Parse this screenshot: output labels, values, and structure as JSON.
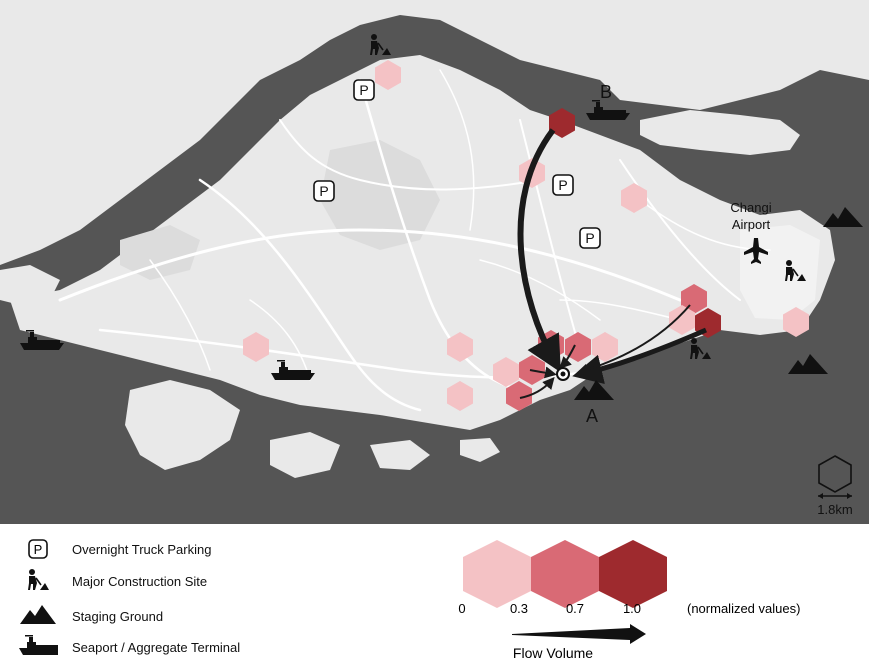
{
  "map": {
    "labels": {
      "changi_line1": "Changi",
      "changi_line2": "Airport",
      "point_a": "A",
      "point_b": "B",
      "scale": "1.8km"
    },
    "colors": {
      "land": "#e9e9e9",
      "water": "#555555",
      "road": "#ffffff",
      "park": "#dcdcdc",
      "flow_low": "#f4c2c5",
      "flow_mid": "#d96a75",
      "flow_high": "#9e2a2e",
      "arrow": "#1a1a1a"
    }
  },
  "legend": {
    "items": [
      {
        "icon": "parking-icon",
        "label": "Overnight Truck Parking"
      },
      {
        "icon": "construction-worker-icon",
        "label": "Major Construction Site"
      },
      {
        "icon": "mound-icon",
        "label": "Staging Ground"
      },
      {
        "icon": "ship-icon",
        "label": "Seaport / Aggregate Terminal"
      }
    ],
    "flow": {
      "ticks": [
        "0",
        "0.3",
        "0.7",
        "1.0"
      ],
      "note": "(normalized values)",
      "title": "Flow Volume"
    }
  }
}
